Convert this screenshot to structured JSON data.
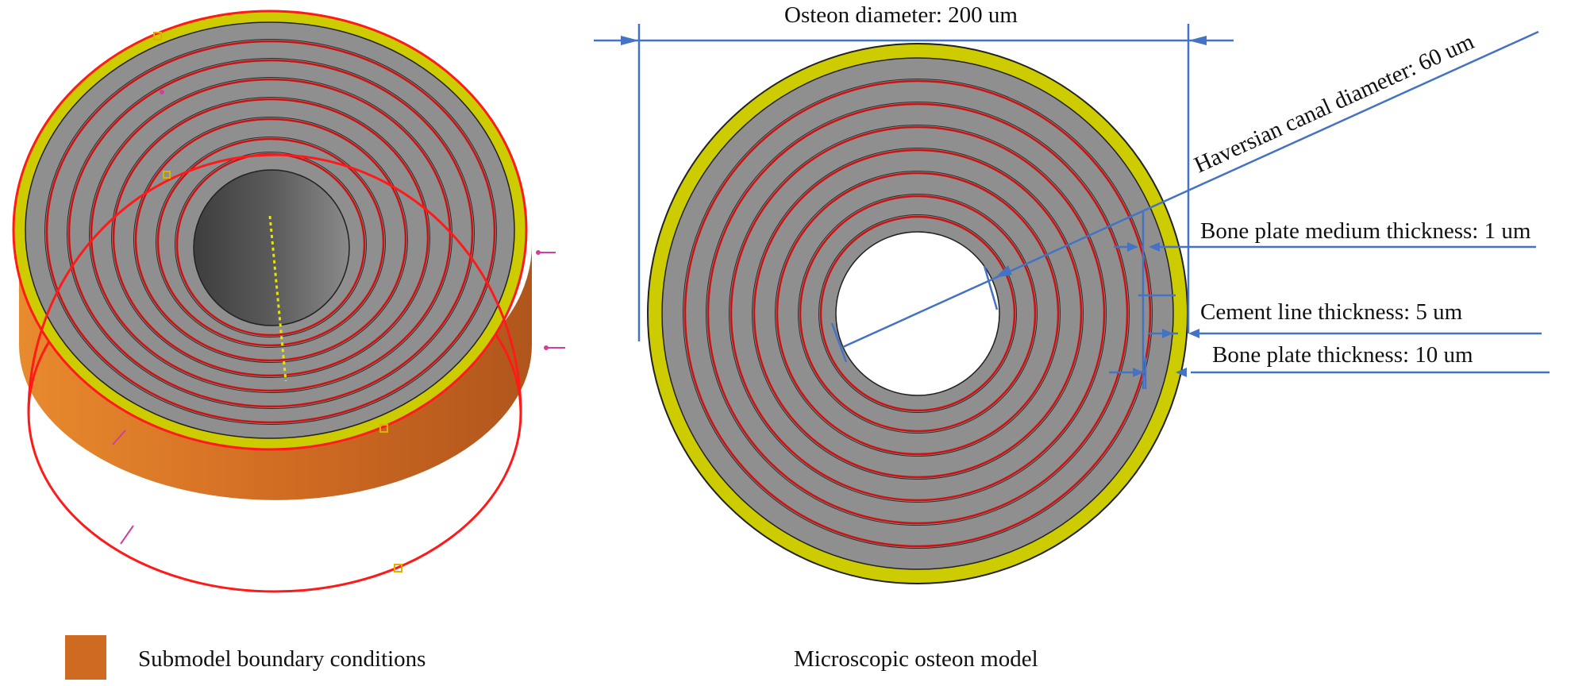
{
  "left_panel": {
    "legend_label": "Submodel boundary conditions",
    "colors": {
      "boundary_orange": "#cf6a22",
      "cement_yellow": "#cccc00",
      "bone_gray": "#8f8f8f",
      "lamella_red": "#cc1111",
      "canal_dark": "#4a4a4a",
      "submodel_outline": "#ff1a1a",
      "marker_magenta": "#d0409a"
    }
  },
  "right_panel": {
    "caption": "Microscopic osteon model",
    "labels": {
      "osteon_diameter": "Osteon diameter: 200 um",
      "haversian_canal": "Haversian canal diameter: 60 um",
      "bone_plate_medium": "Bone plate medium thickness: 1 um",
      "cement_line": "Cement line thickness: 5 um",
      "bone_plate": "Bone plate thickness: 10 um"
    },
    "colors": {
      "dimension_blue": "#4472c4",
      "cement_yellow": "#cccc00",
      "bone_gray": "#8f8f8f",
      "lamella_red": "#cc1111",
      "canal_white": "#ffffff"
    }
  }
}
